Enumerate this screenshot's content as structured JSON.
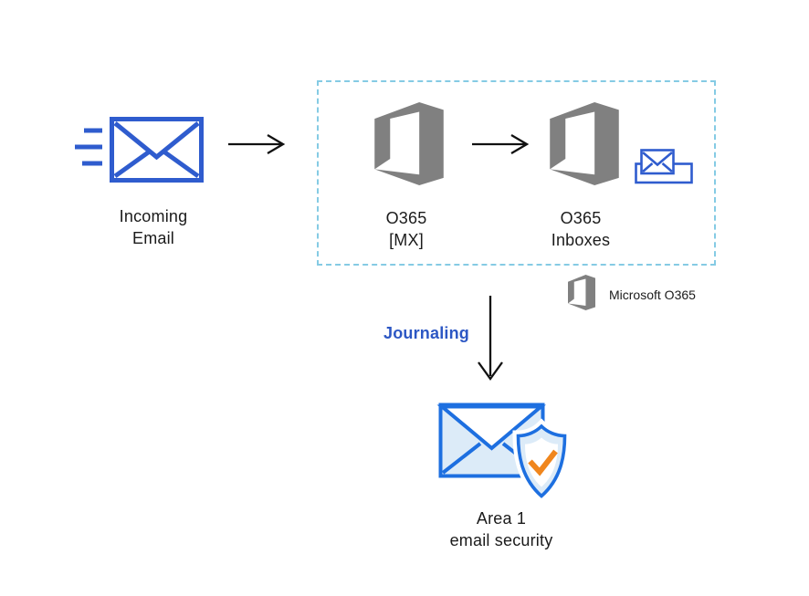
{
  "colors": {
    "royal-blue": "#2f5cce",
    "bright-blue": "#1d6fe0",
    "pale-blue": "#dcebf8",
    "dash-blue": "#85cbe4",
    "logo-gray": "#808080",
    "check-orange": "#f0861d",
    "journal-blue": "#2c57c4",
    "text-dark": "#1b1b1b",
    "arrow-dark": "#111111"
  },
  "icons": {
    "incoming_email": "envelope-with-motion-lines",
    "office365": "microsoft-office-logo",
    "arrow_right": "right-arrow",
    "inbox_tray": "envelope-in-tray",
    "arrow_down": "down-arrow",
    "email_security": "envelope-with-shield-checkmark"
  },
  "nodes": {
    "incoming": {
      "line1": "Incoming",
      "line2": "Email"
    },
    "o365_mx": {
      "line1": "O365",
      "line2": "[MX]"
    },
    "o365_inboxes": {
      "line1": "O365",
      "line2": "Inboxes"
    },
    "area1": {
      "line1": "Area 1",
      "line2": "email security"
    }
  },
  "labels": {
    "journaling": "Journaling",
    "legend": "Microsoft O365"
  }
}
